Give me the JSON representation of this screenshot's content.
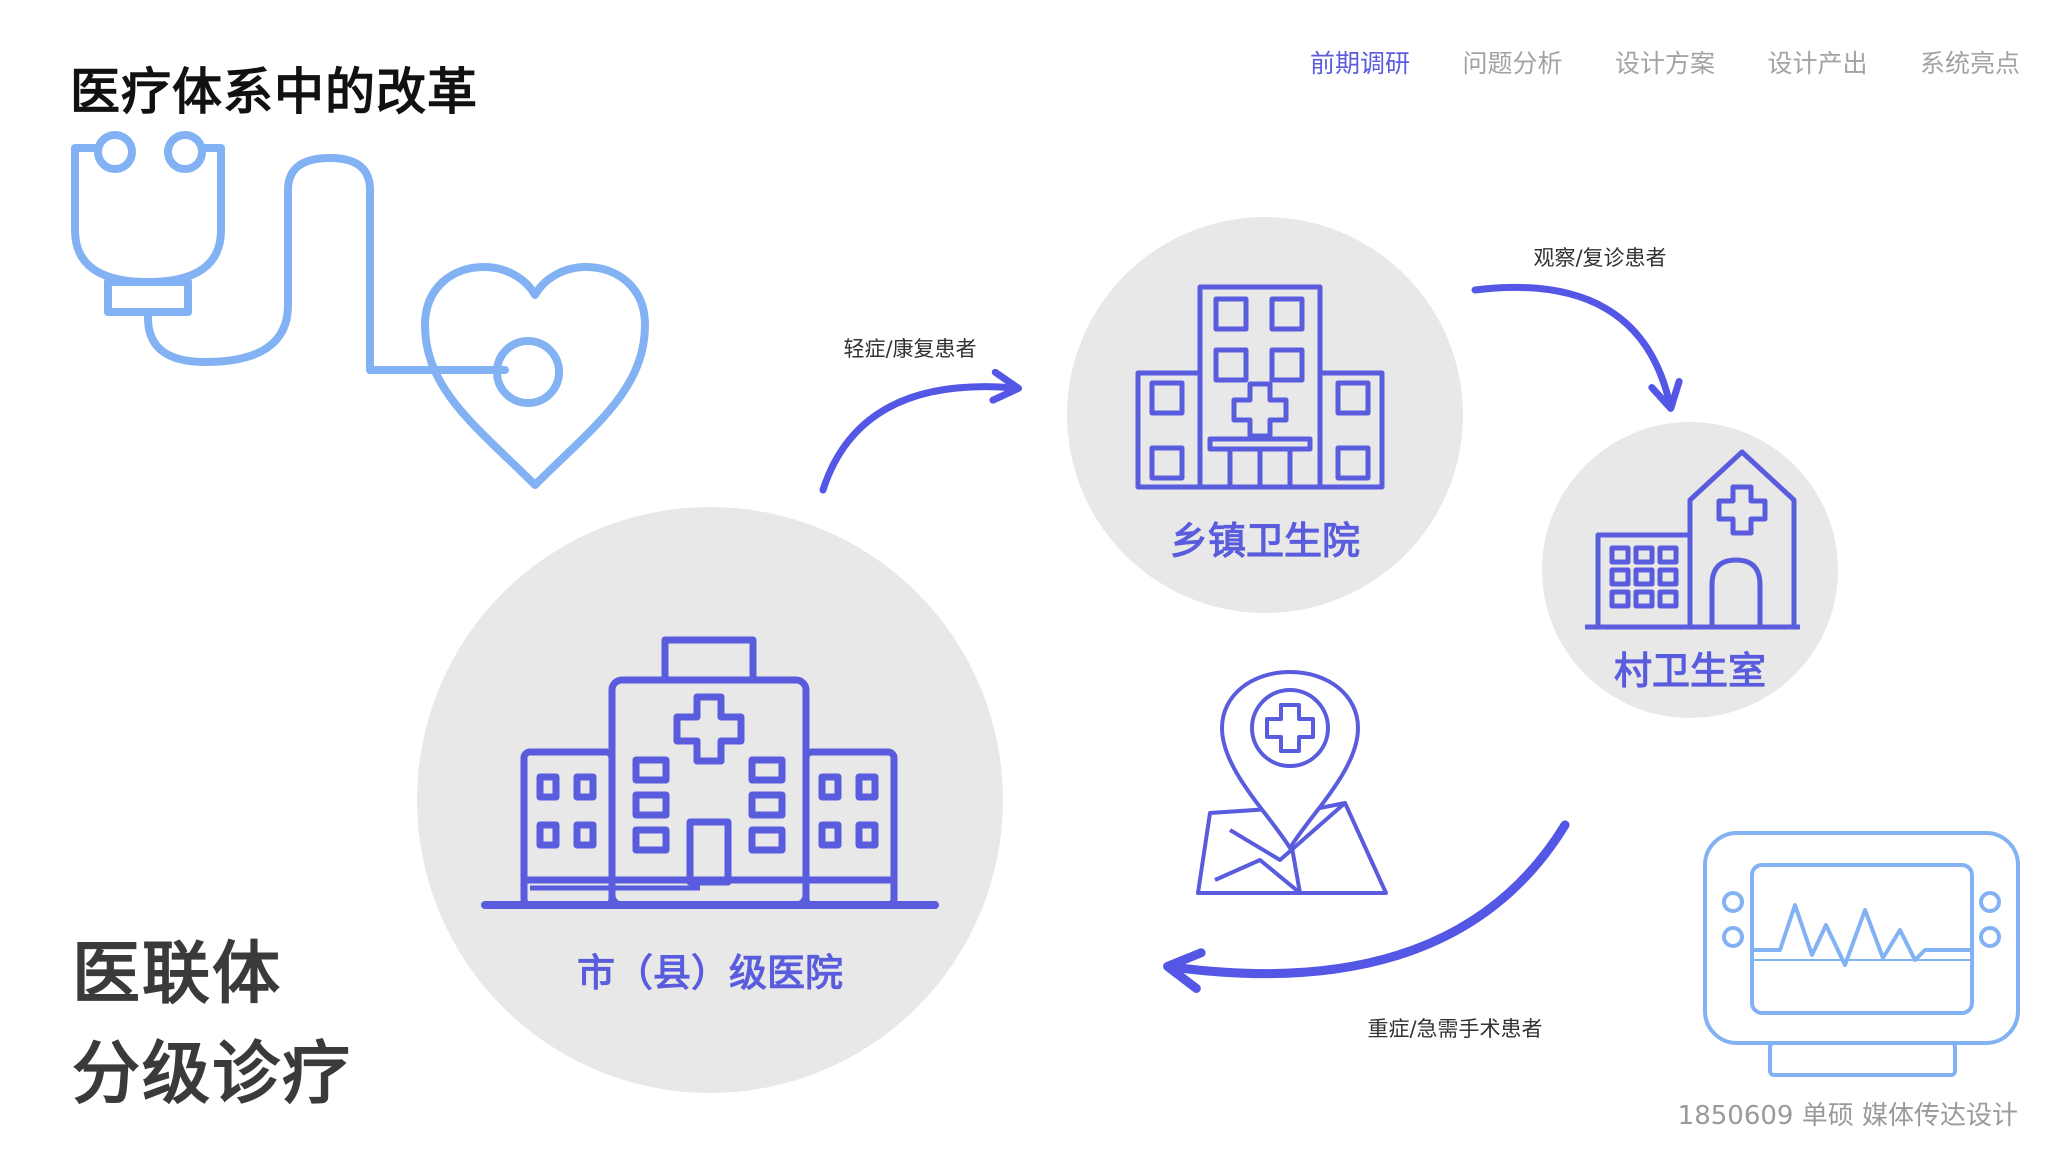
{
  "page_title": "医疗体系中的改革",
  "nav": [
    {
      "label": "前期调研",
      "active": true
    },
    {
      "label": "问题分析",
      "active": false
    },
    {
      "label": "设计方案",
      "active": false
    },
    {
      "label": "设计产出",
      "active": false
    },
    {
      "label": "系统亮点",
      "active": false
    }
  ],
  "nodes": {
    "city_hospital": "市（县）级医院",
    "town_clinic": "乡镇卫生院",
    "village_clinic": "村卫生室"
  },
  "flows": {
    "mild": "轻症/康复患者",
    "observe": "观察/复诊患者",
    "severe": "重症/急需手术患者"
  },
  "heading": {
    "line1": "医联体",
    "line2": "分级诊疗"
  },
  "footer": "1850609 单硕 媒体传达设计",
  "colors": {
    "accent": "#5a5cde",
    "light_blue": "#82b2f3",
    "circle_gray": "#e8e8e8",
    "arrow": "#5457e6"
  },
  "icons": [
    "stethoscope-heart-icon",
    "city-hospital-icon",
    "town-clinic-icon",
    "village-clinic-icon",
    "map-pin-cross-icon",
    "heart-monitor-icon"
  ]
}
